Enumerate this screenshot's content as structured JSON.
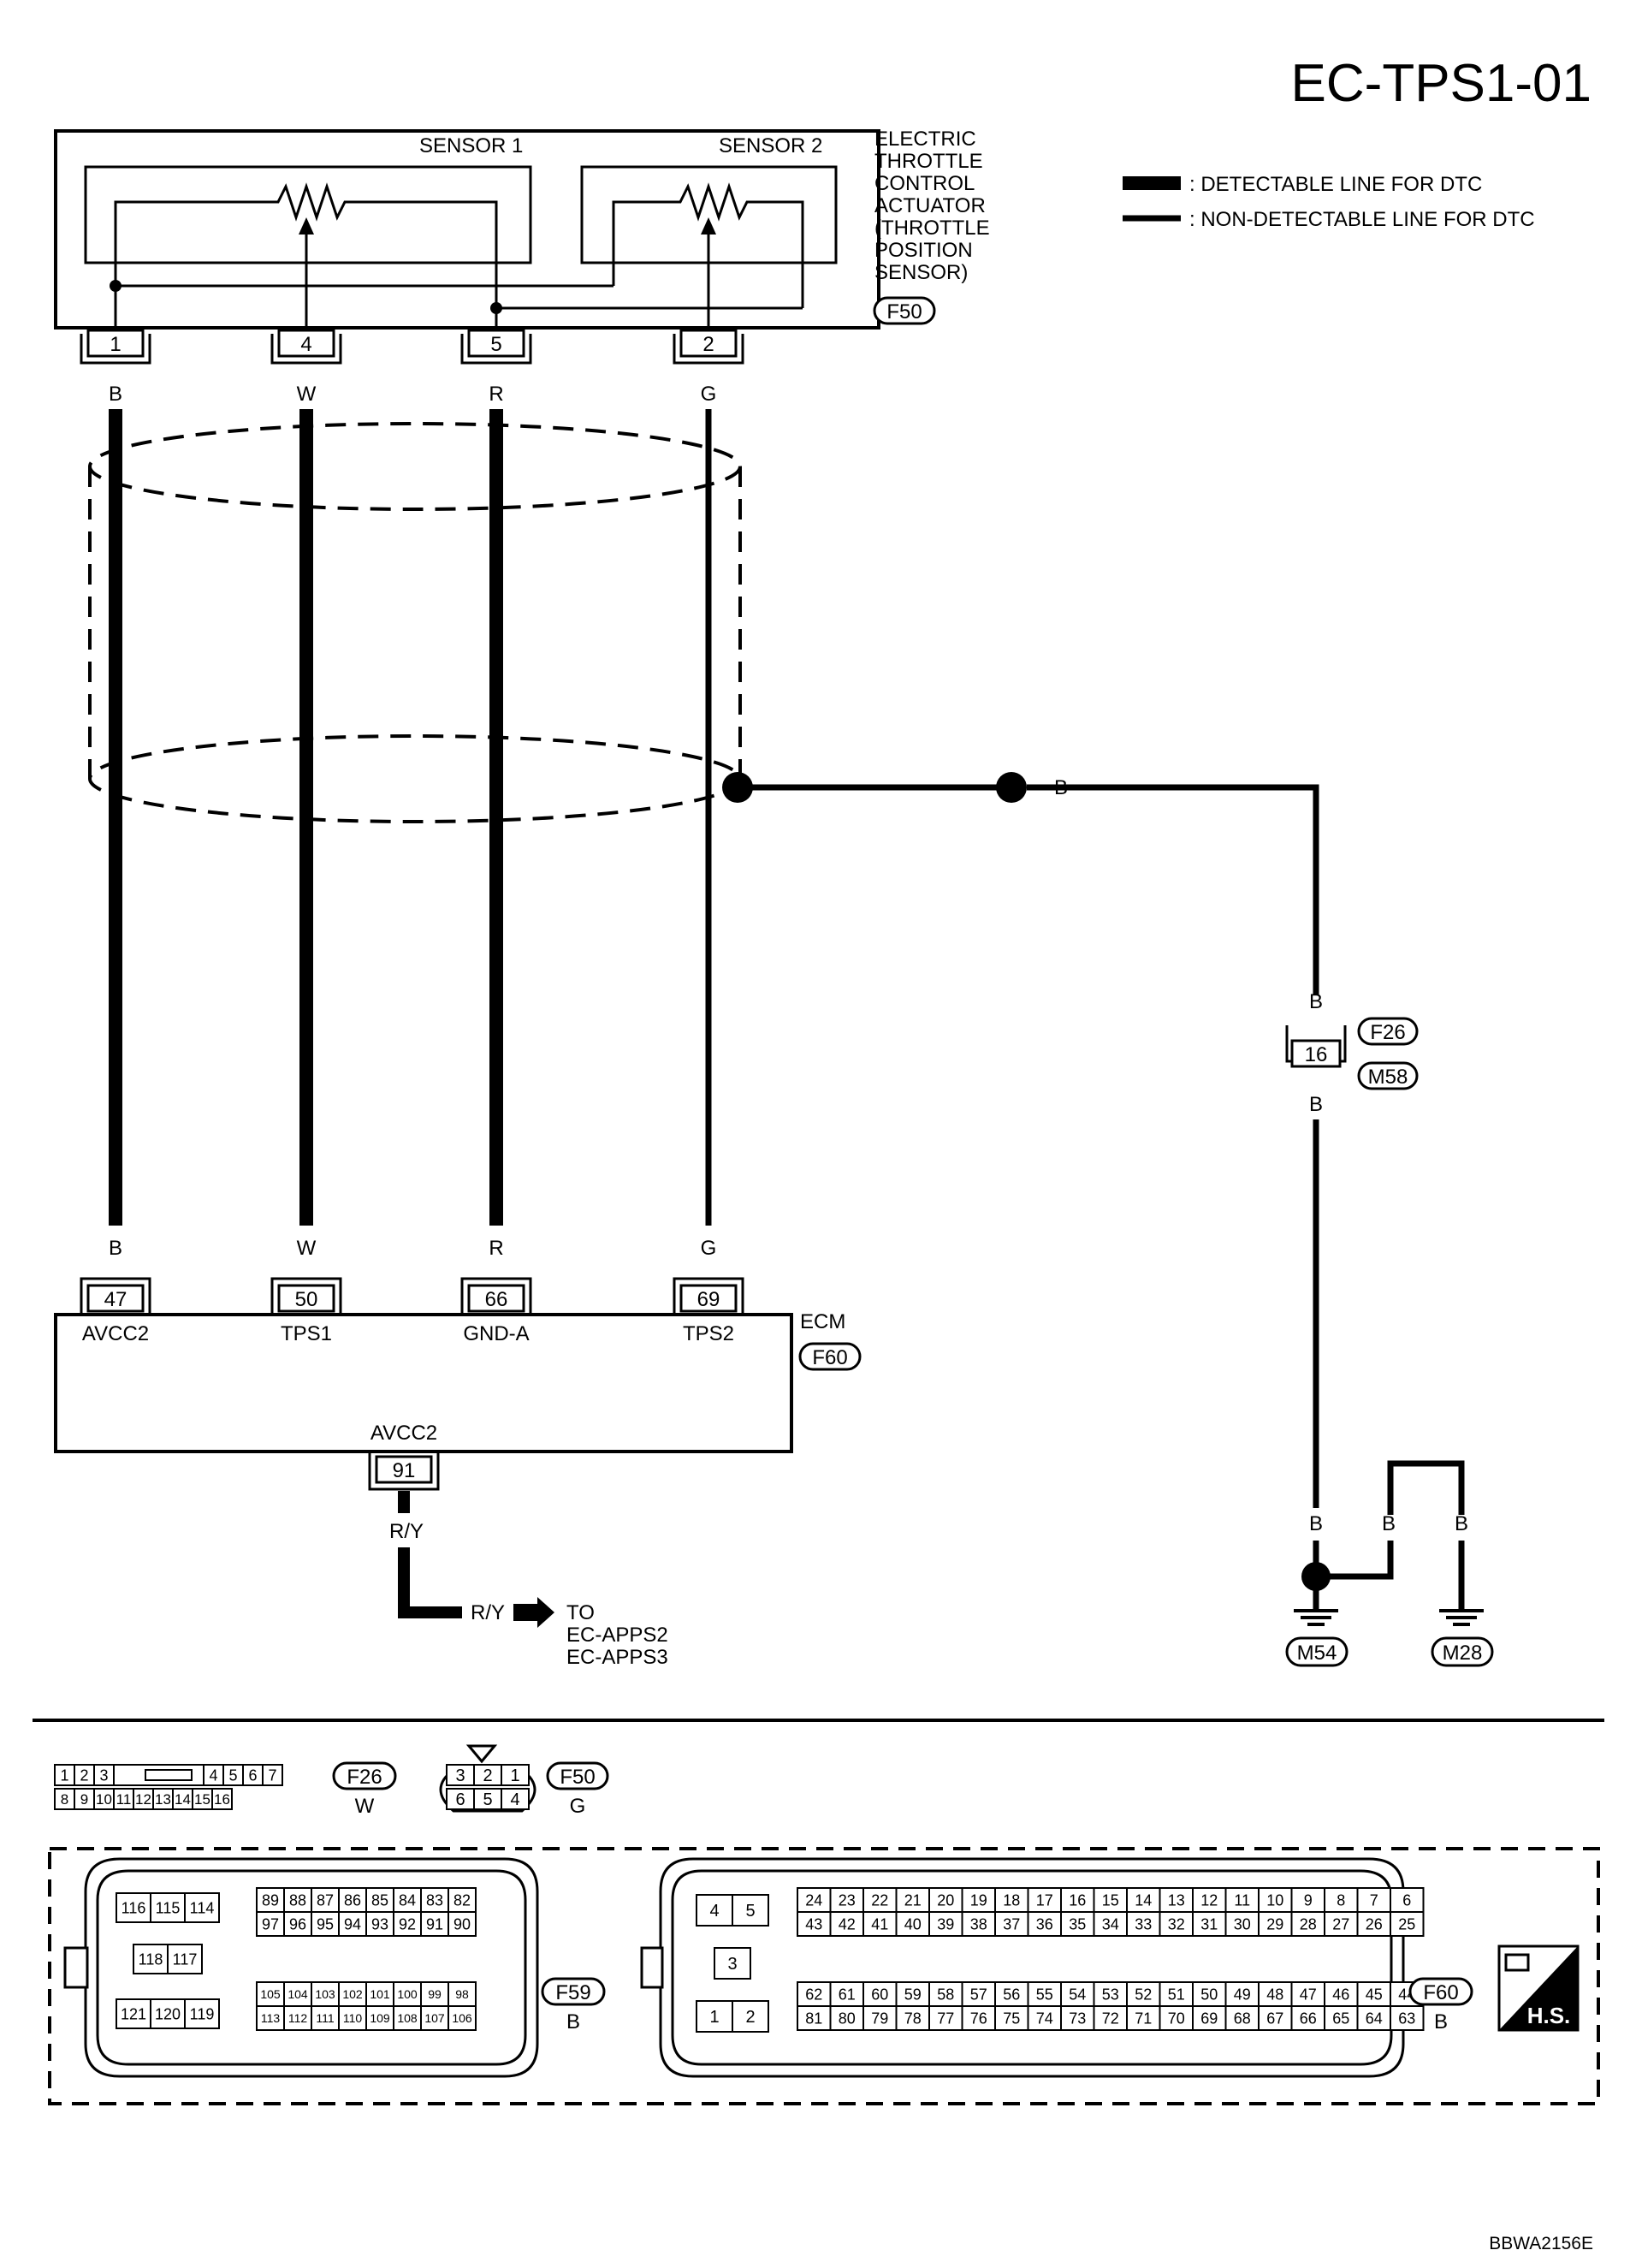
{
  "diagram_id": "EC-TPS1-01",
  "legend": {
    "detectable": ": DETECTABLE LINE FOR DTC",
    "non_detectable": ": NON-DETECTABLE LINE FOR DTC"
  },
  "actuator": {
    "name_lines": [
      "ELECTRIC",
      "THROTTLE",
      "CONTROL",
      "ACTUATOR",
      "(THROTTLE",
      "POSITION",
      "SENSOR)"
    ],
    "connector": "F50",
    "sensor1_label": "SENSOR 1",
    "sensor2_label": "SENSOR 2",
    "pins": [
      {
        "pin": "1",
        "color": "B"
      },
      {
        "pin": "4",
        "color": "W"
      },
      {
        "pin": "5",
        "color": "R"
      },
      {
        "pin": "2",
        "color": "G"
      }
    ]
  },
  "ecm": {
    "name": "ECM",
    "connector": "F60",
    "pins": [
      {
        "pin": "47",
        "color": "B",
        "signal": "AVCC2"
      },
      {
        "pin": "50",
        "color": "W",
        "signal": "TPS1"
      },
      {
        "pin": "66",
        "color": "R",
        "signal": "GND-A"
      },
      {
        "pin": "69",
        "color": "G",
        "signal": "TPS2"
      }
    ],
    "bottom_pin": {
      "pin": "91",
      "signal": "AVCC2",
      "color": "R/Y"
    }
  },
  "shield_wire_color": "B",
  "joint_connector": {
    "pin": "16",
    "top_color": "B",
    "bottom_color": "B",
    "conn_a": "F26",
    "conn_b": "M58"
  },
  "grounds": {
    "colors": [
      "B",
      "B",
      "B"
    ],
    "left": "M54",
    "right": "M28"
  },
  "to": {
    "wire_color": "R/Y",
    "word": "TO",
    "targets": [
      "EC-APPS2",
      "EC-APPS3"
    ]
  },
  "connectors": {
    "f26": {
      "name": "F26",
      "color": "W",
      "row1": [
        "1",
        "2",
        "3",
        "4",
        "5",
        "6",
        "7"
      ],
      "row2": [
        "8",
        "9",
        "10",
        "11",
        "12",
        "13",
        "14",
        "15",
        "16"
      ]
    },
    "f50": {
      "name": "F50",
      "color": "G",
      "row1": [
        "3",
        "2",
        "1"
      ],
      "row2": [
        "6",
        "5",
        "4"
      ]
    },
    "f59": {
      "name": "F59",
      "color": "B",
      "left_row1": [
        "116",
        "115",
        "114"
      ],
      "left_row2": [
        "118",
        "117"
      ],
      "left_row3": [
        "121",
        "120",
        "119"
      ],
      "right_row1": [
        "89",
        "88",
        "87",
        "86",
        "85",
        "84",
        "83",
        "82"
      ],
      "right_row2": [
        "97",
        "96",
        "95",
        "94",
        "93",
        "92",
        "91",
        "90"
      ],
      "right_row3": [
        "105",
        "104",
        "103",
        "102",
        "101",
        "100",
        "99",
        "98"
      ],
      "right_row4": [
        "113",
        "112",
        "111",
        "110",
        "109",
        "108",
        "107",
        "106"
      ]
    },
    "f60": {
      "name": "F60",
      "color": "B",
      "left_row1": [
        "4",
        "5"
      ],
      "left_row2": [
        "3"
      ],
      "left_row3": [
        "1",
        "2"
      ],
      "row1": [
        "24",
        "23",
        "22",
        "21",
        "20",
        "19",
        "18",
        "17",
        "16",
        "15",
        "14",
        "13",
        "12",
        "11",
        "10",
        "9",
        "8",
        "7",
        "6"
      ],
      "row2": [
        "43",
        "42",
        "41",
        "40",
        "39",
        "38",
        "37",
        "36",
        "35",
        "34",
        "33",
        "32",
        "31",
        "30",
        "29",
        "28",
        "27",
        "26",
        "25"
      ],
      "row3": [
        "62",
        "61",
        "60",
        "59",
        "58",
        "57",
        "56",
        "55",
        "54",
        "53",
        "52",
        "51",
        "50",
        "49",
        "48",
        "47",
        "46",
        "45",
        "44"
      ],
      "row4": [
        "81",
        "80",
        "79",
        "78",
        "77",
        "76",
        "75",
        "74",
        "73",
        "72",
        "71",
        "70",
        "69",
        "68",
        "67",
        "66",
        "65",
        "64",
        "63"
      ]
    }
  },
  "hs_badge": "H.S.",
  "figure_code": "BBWA2156E"
}
